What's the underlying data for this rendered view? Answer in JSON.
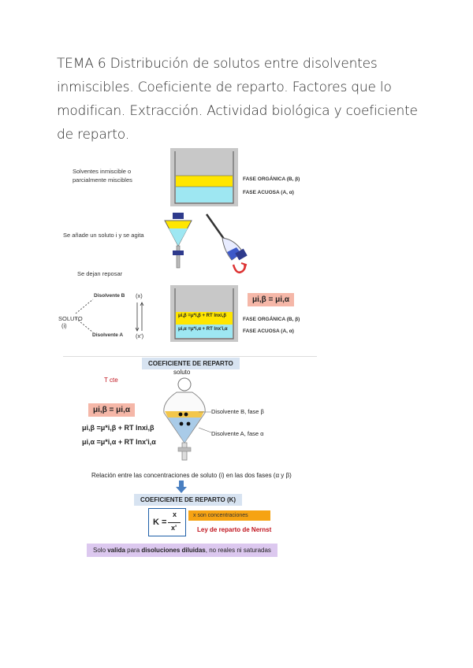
{
  "title": "TEMA 6 Distribución de solutos entre disolventes inmiscibles. Coeficiente de reparto. Factores que lo modifican. Extracción. Actividad biológica y coeficiente de reparto.",
  "section1": {
    "solventes": "Solventes inmiscible o parcialmente miscibles",
    "fase_organica": "FASE ORGÁNICA (B, β)",
    "fase_acuosa": "FASE ACUOSA (A, α)",
    "anade": "Se añade un soluto i y se agita",
    "reposar": "Se dejan reposar",
    "disolvente_b": "Disolvente B",
    "disolvente_a": "Disolvente A",
    "soluto": "soluto",
    "soluto_i": "(i)",
    "x": "(x)",
    "xprime": "(x')",
    "mu_eq": "μi,β = μi,α",
    "eq_beta": "μi,β =μ*i,β + RT lnxi,β",
    "eq_alpha": "μi,α =μ*i,α + RT lnx'i,α",
    "fase_organica2": "FASE ORGÁNICA (B, β)",
    "fase_acuosa2": "FASE ACUOSA (A, α)"
  },
  "section2": {
    "header": "COEFICIENTE DE REPARTO",
    "tcte": "T cte",
    "soluto": "soluto",
    "mu_eq": "μi,β = μi,α",
    "eq1": "μi,β =μ*i,β + RT lnxi,β",
    "eq2": "μi,α =μ*i,α + RT lnx'i,α",
    "disolvente_b": "Disolvente B, fase β",
    "disolvente_a": "Disolvente A, fase α",
    "relacion": "Relación entre las concentraciones de soluto (i) en las dos fases (α y β)",
    "coef_header": "COEFICIENTE DE REPARTO (K)",
    "k_label": "K =",
    "k_num": "x",
    "k_den": "x'",
    "x_note": "x son concentraciones",
    "nernst": "Ley de reparto de Nernst",
    "valid_pre": "Solo ",
    "valid_bold1": "valida",
    "valid_mid": " para ",
    "valid_bold2": "disoluciones diluidas",
    "valid_post": ", no reales ni saturadas"
  },
  "colors": {
    "organic": "#ffe600",
    "aqueous": "#9ee7f2",
    "orange_note": "#f6a313",
    "pink": "#f5b7a8",
    "lavender": "#dcc8ef",
    "blue_header": "#d7e3f1",
    "red": "#c0141e"
  }
}
